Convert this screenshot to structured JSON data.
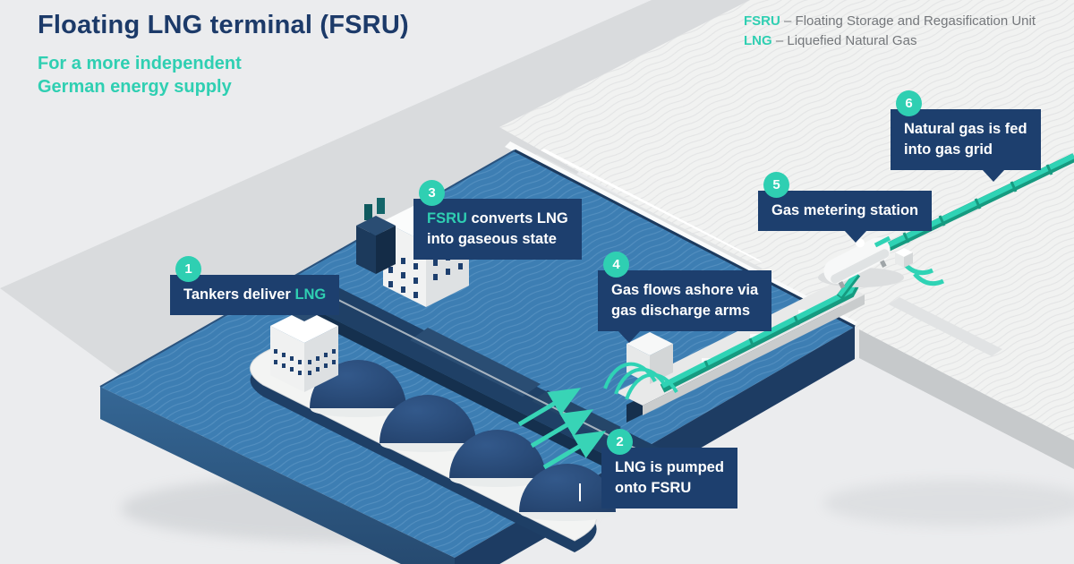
{
  "header": {
    "title": "Floating LNG terminal (FSRU)",
    "subtitle_line1": "For a more independent",
    "subtitle_line2": "German energy supply"
  },
  "legend": {
    "items": [
      {
        "abbr": "FSRU",
        "definition": "– Floating Storage and Regasification Unit"
      },
      {
        "abbr": "LNG",
        "definition": "– Liquefied Natural Gas"
      }
    ]
  },
  "callouts": [
    {
      "number": "1",
      "lines": [
        {
          "pre": "Tankers deliver ",
          "hl": "LNG",
          "post": ""
        }
      ]
    },
    {
      "number": "2",
      "lines": [
        {
          "pre": "LNG is pumped",
          "hl": "",
          "post": ""
        },
        {
          "pre": "onto FSRU",
          "hl": "",
          "post": ""
        }
      ]
    },
    {
      "number": "3",
      "lines": [
        {
          "pre": "",
          "hl": "FSRU",
          "post": " converts LNG"
        },
        {
          "pre": "into gaseous state",
          "hl": "",
          "post": ""
        }
      ]
    },
    {
      "number": "4",
      "lines": [
        {
          "pre": "Gas flows ashore via",
          "hl": "",
          "post": ""
        },
        {
          "pre": "gas discharge arms",
          "hl": "",
          "post": ""
        }
      ]
    },
    {
      "number": "5",
      "lines": [
        {
          "pre": "Gas metering station",
          "hl": "",
          "post": ""
        }
      ]
    },
    {
      "number": "6",
      "lines": [
        {
          "pre": "Natural gas is fed",
          "hl": "",
          "post": ""
        },
        {
          "pre": "into gas grid",
          "hl": "",
          "post": ""
        }
      ]
    }
  ],
  "colors": {
    "navy_box": "#1d3f6e",
    "accent_teal": "#2fcfb2",
    "title_navy": "#1c3a69",
    "legend_gray": "#74777b",
    "water_blue": "#3d7eb3",
    "water_edge_dark": "#1d3c63",
    "land_light": "#f1f2f1",
    "pipeline_teal": "#2fd3b5"
  }
}
